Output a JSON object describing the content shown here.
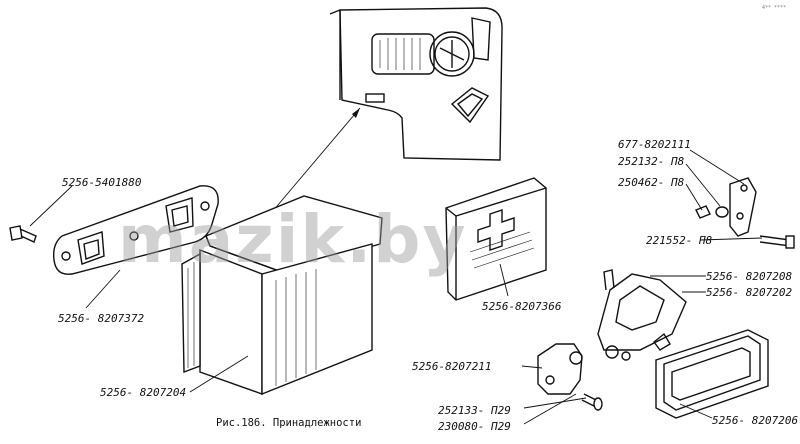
{
  "figure": {
    "caption": "Рис.186. Принадлежности",
    "corner_mark": "4** ****",
    "watermark": "mazik.by"
  },
  "labels": {
    "p5401880": "5256-5401880",
    "p8207372": "5256- 8207372",
    "p8207204": "5256- 8207204",
    "p8207366": "5256-8207366",
    "p8202111": "677-8202111",
    "p252132": "252132- П8",
    "p250462": "250462- П8",
    "p221552": "221552- П8",
    "p8207208": "5256- 8207208",
    "p8207202": "5256- 8207202",
    "p8207211": "5256-8207211",
    "p252133": "252133- П29",
    "p230080": "230080- П29",
    "p8207206": "5256- 8207206"
  }
}
